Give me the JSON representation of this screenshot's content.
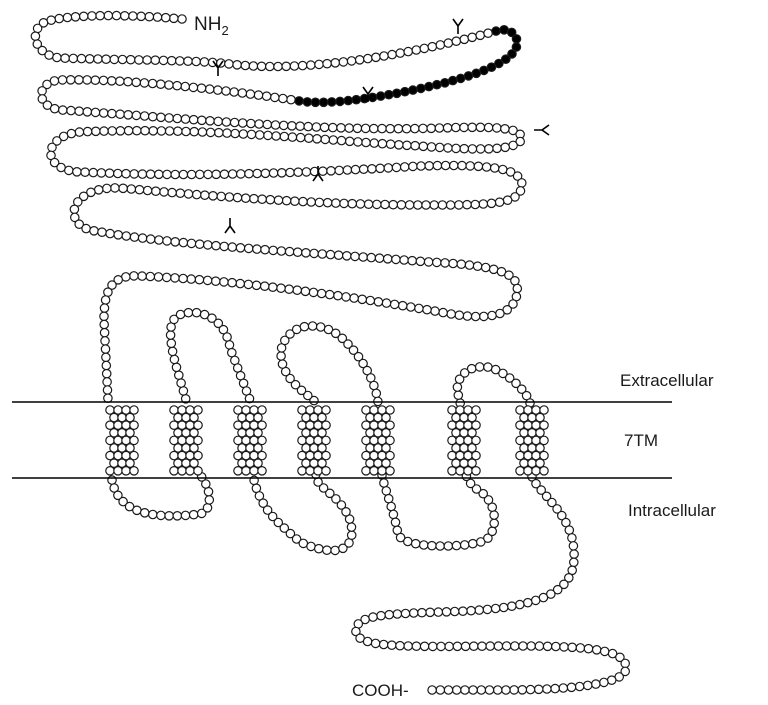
{
  "labels": {
    "n_terminus": "NH",
    "n_terminus_sub": "2",
    "c_terminus": "COOH-",
    "extracellular": "Extracellular",
    "membrane": "7TM",
    "intracellular": "Intracellular"
  },
  "colors": {
    "bead_stroke": "#1a1a1a",
    "bead_fill": "#ffffff",
    "highlight_fill": "#000000",
    "membrane_line": "#000000"
  },
  "structure": {
    "transmembrane_helices": 7,
    "extracellular_ectodomain_loops": 4,
    "glycosylation_sites": 6,
    "highlighted_segment": true
  }
}
